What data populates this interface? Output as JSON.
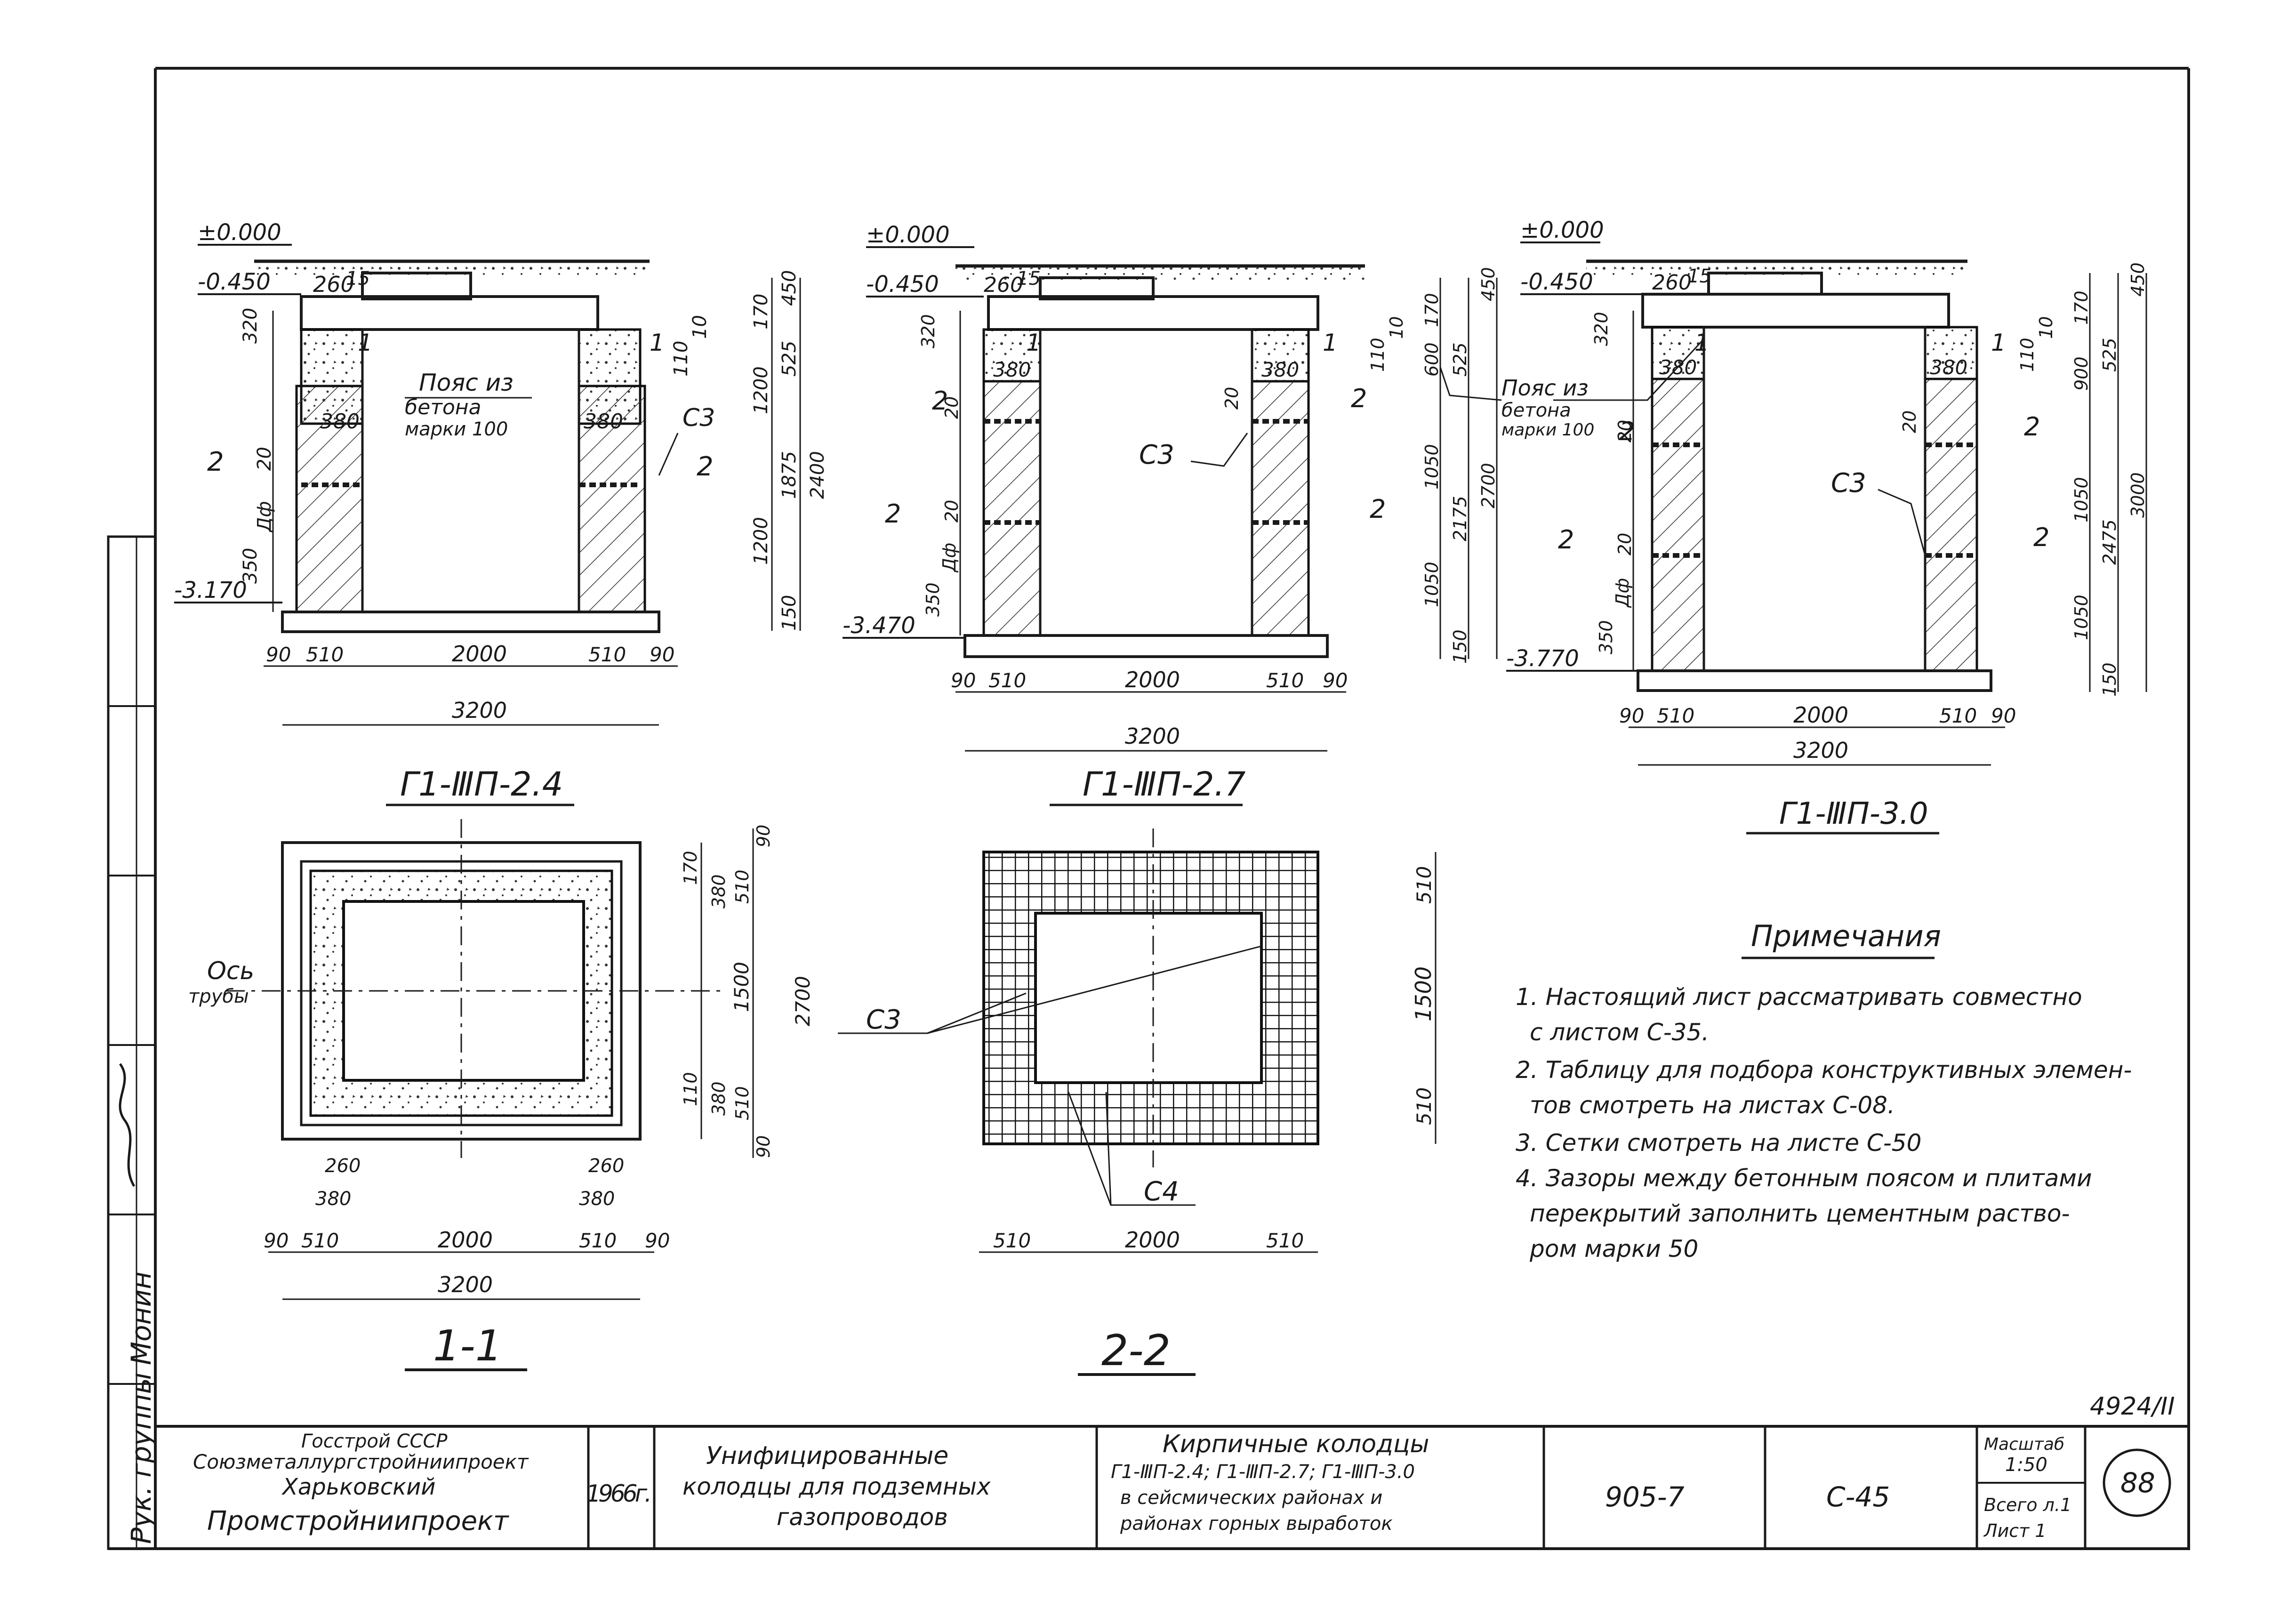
{
  "views": {
    "v1": {
      "title": "Г1-ⅢП-2.4",
      "levels": {
        "top": "±0.000",
        "l2": "-0.450",
        "bottom": "-3.170"
      },
      "dims_bottom": [
        "90",
        "510",
        "2000",
        "510",
        "90"
      ],
      "dim_total": "3200",
      "dims_right": [
        "170",
        "450",
        "525",
        "1200",
        "1875",
        "2400",
        "1200",
        "150"
      ],
      "dims_left": [
        "320",
        "20",
        "350",
        "Дф"
      ],
      "top_dims": [
        "260",
        "15"
      ],
      "inner_dims": [
        "380",
        "380",
        "110",
        "10"
      ],
      "belt_note": [
        "Пояс из",
        "бетона",
        "марки 100"
      ],
      "c3": "С3",
      "section_marks": [
        "1",
        "1",
        "2",
        "2"
      ]
    },
    "v2": {
      "title": "Г1-ⅢП-2.7",
      "levels": {
        "top": "±0.000",
        "l2": "-0.450",
        "bottom": "-3.470"
      },
      "dims_bottom": [
        "90",
        "510",
        "2000",
        "510",
        "90"
      ],
      "dim_total": "3200",
      "dims_right": [
        "170",
        "450",
        "600",
        "525",
        "1050",
        "2175",
        "2700",
        "1050",
        "150"
      ],
      "dims_left": [
        "320",
        "20",
        "20",
        "350",
        "Дф"
      ],
      "top_dims": [
        "260",
        "15"
      ],
      "inner_dims": [
        "380",
        "380",
        "20",
        "110",
        "10"
      ],
      "c3": "С3",
      "section_marks": [
        "1",
        "1",
        "2",
        "2",
        "2"
      ]
    },
    "v3": {
      "title": "Г1-ⅢП-3.0",
      "levels": {
        "top": "±0.000",
        "l2": "-0.450",
        "bottom": "-3.770"
      },
      "dims_bottom": [
        "90",
        "510",
        "2000",
        "510",
        "90"
      ],
      "dim_total": "3200",
      "dims_right": [
        "170",
        "450",
        "900",
        "525",
        "1050",
        "2475",
        "3000",
        "1050",
        "150"
      ],
      "dims_left": [
        "320",
        "20",
        "20",
        "350",
        "Дф"
      ],
      "top_dims": [
        "260",
        "15"
      ],
      "inner_dims": [
        "380",
        "380",
        "20",
        "110",
        "10"
      ],
      "belt_note": [
        "Пояс из",
        "бетона",
        "марки 100"
      ],
      "c3": "С3",
      "section_marks": [
        "1",
        "1",
        "2",
        "2",
        "2",
        "2"
      ]
    },
    "s11": {
      "title": "1-1",
      "axis_label": [
        "Ось",
        "трубы"
      ],
      "dims_right": [
        "90",
        "170",
        "380",
        "510",
        "1500",
        "2700",
        "110",
        "380",
        "510",
        "90"
      ],
      "dims_top_inner": [
        "260",
        "380",
        "260",
        "380"
      ],
      "dims_bottom": [
        "90",
        "510",
        "2000",
        "510",
        "90"
      ],
      "dim_total": "3200"
    },
    "s22": {
      "title": "2-2",
      "dims_right": [
        "510",
        "1500",
        "510"
      ],
      "dims_bottom": [
        "510",
        "2000",
        "510"
      ],
      "c3": "С3",
      "c4": "С4"
    }
  },
  "notes": {
    "title": "Примечания",
    "items": [
      "1. Настоящий лист рассматривать совместно",
      "с листом С-35.",
      "2. Таблицу для подбора конструктивных элемен-",
      "тов смотреть на листах С-08.",
      "3. Сетки смотреть на листе С-50",
      "4. Зазоры между бетонным поясом и плитами",
      "перекрытий заполнить цементным раство-",
      "ром марки 50"
    ]
  },
  "sheet_code": "4924/II",
  "title_block": {
    "org": [
      "Госстрой СССР",
      "Союзметаллургстройниипроект",
      "Харьковский",
      "Промстройниипроект"
    ],
    "year": "1966г.",
    "project": [
      "Унифицированные",
      "колодцы для подземных",
      "газопроводов"
    ],
    "sheet_title": [
      "Кирпичные колодцы",
      "Г1-ⅢП-2.4; Г1-ⅢП-2.7; Г1-ⅢП-3.0",
      "в сейсмических районах и",
      "районах горных выработок"
    ],
    "series": "905-7",
    "sheet_no": "С-45",
    "scale_label": "Масштаб",
    "scale": "1:50",
    "total": "Всего л.1",
    "sheet": "Лист 1",
    "page": "88"
  },
  "side_stamp": [
    "Рук. группы",
    "Монин"
  ]
}
